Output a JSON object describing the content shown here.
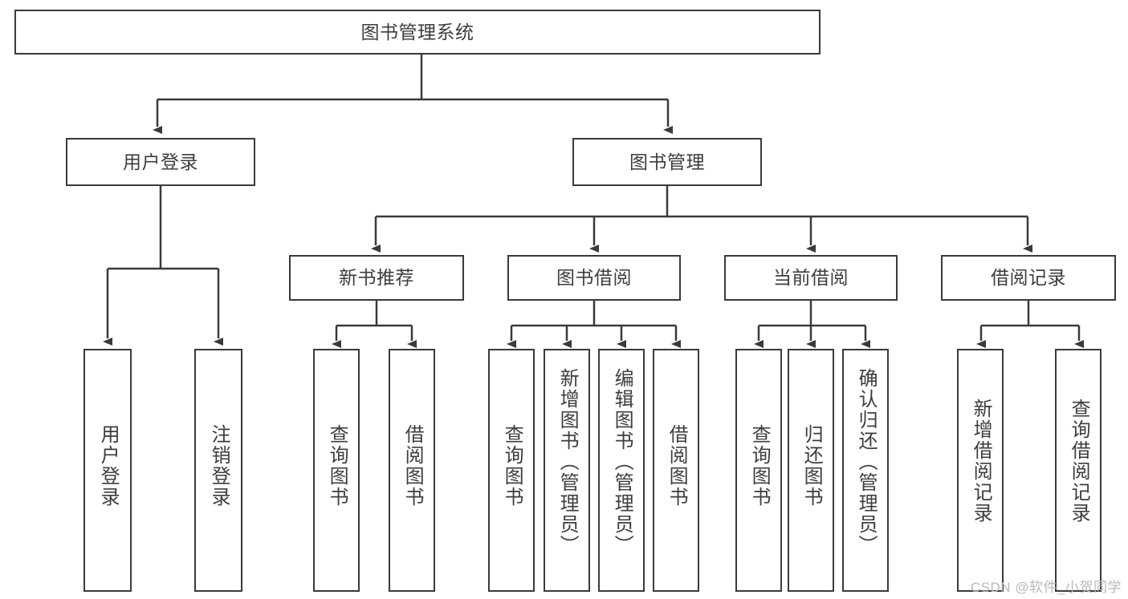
{
  "diagram": {
    "title": "图书管理系统",
    "watermark": "CSDN @软件_小贺同学",
    "stroke_color": "#3a3a3a",
    "text_color": "#3d3d3d",
    "background_color": "#ffffff"
  },
  "nodes": {
    "root": {
      "label": "图书管理系统"
    },
    "level1": [
      {
        "label": "用户登录"
      },
      {
        "label": "图书管理"
      }
    ],
    "level2": [
      {
        "label": "新书推荐"
      },
      {
        "label": "图书借阅"
      },
      {
        "label": "当前借阅"
      },
      {
        "label": "借阅记录"
      }
    ],
    "leaves_user_login": [
      {
        "label": "用户登录"
      },
      {
        "label": "注销登录"
      }
    ],
    "leaves_new_books": [
      {
        "label": "查询图书"
      },
      {
        "label": "借阅图书"
      }
    ],
    "leaves_borrow": [
      {
        "label": "查询图书"
      },
      {
        "label": "新增图书（管理员）"
      },
      {
        "label": "编辑图书（管理员）"
      },
      {
        "label": "借阅图书"
      }
    ],
    "leaves_current": [
      {
        "label": "查询图书"
      },
      {
        "label": "归还图书"
      },
      {
        "label": "确认归还（管理员）"
      }
    ],
    "leaves_records": [
      {
        "label": "新增借阅记录"
      },
      {
        "label": "查询借阅记录"
      }
    ]
  }
}
